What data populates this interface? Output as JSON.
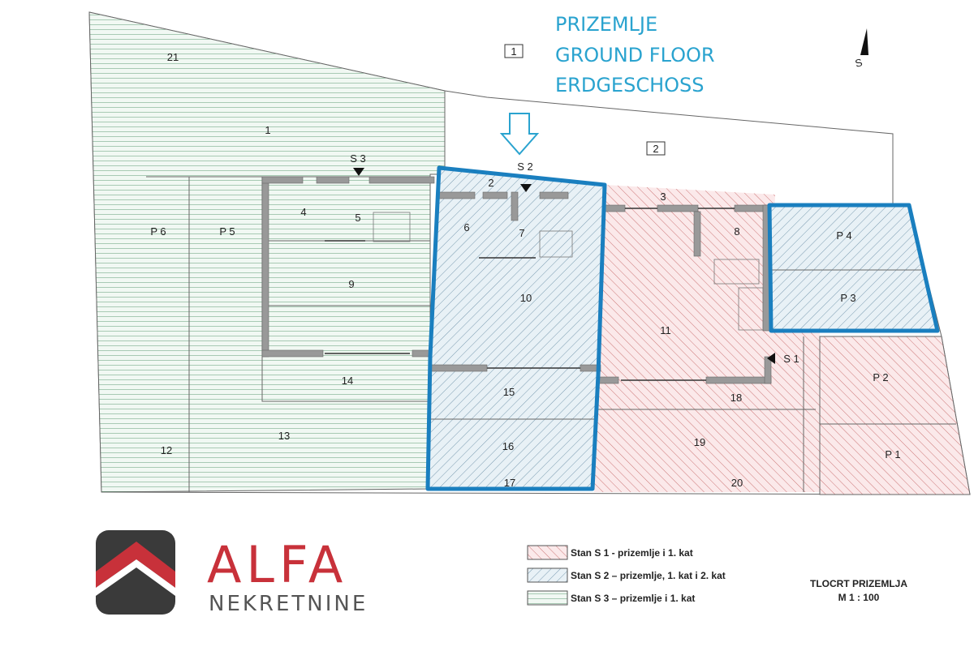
{
  "title_lines": [
    "PRIZEMLJE",
    "GROUND FLOOR",
    "ERDGESCHOSS"
  ],
  "north_label": "S",
  "entrance_markers": [
    "1",
    "2"
  ],
  "apartment_markers": {
    "s1": "S 1",
    "s2": "S 2",
    "s3": "S 3"
  },
  "rooms": {
    "r1": "1",
    "r2": "2",
    "r3": "3",
    "r4": "4",
    "r5": "5",
    "r6": "6",
    "r7": "7",
    "r8": "8",
    "r9": "9",
    "r10": "10",
    "r11": "11",
    "r12": "12",
    "r13": "13",
    "r14": "14",
    "r15": "15",
    "r16": "16",
    "r17": "17",
    "r18": "18",
    "r19": "19",
    "r20": "20",
    "r21": "21",
    "p1": "P 1",
    "p2": "P 2",
    "p3": "P 3",
    "p4": "P 4",
    "p5": "P 5",
    "p6": "P 6"
  },
  "legend": [
    {
      "label": "Stan S 1 - prizemlje i 1. kat",
      "color": "#f2c7c9"
    },
    {
      "label": "Stan S 2 – prizemlje, 1. kat i 2. kat",
      "color": "#cfe3ee"
    },
    {
      "label": "Stan S 3 – prizemlje i 1. kat",
      "color": "#dff0e6"
    }
  ],
  "plan_caption": {
    "title": "TLOCRT PRIZEMLJA",
    "scale": "M 1 : 100"
  },
  "logo": {
    "name": "ALFA",
    "subtitle": "NEKRETNINE"
  },
  "colors": {
    "highlight": "#1a7fbf",
    "title": "#2aa3cf",
    "brand": "#c8313a"
  }
}
